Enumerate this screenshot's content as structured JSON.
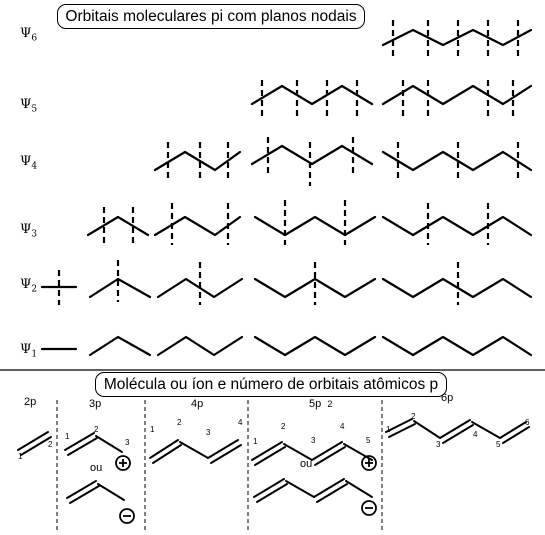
{
  "top_title": "Orbitais moleculares pi com planos nodais",
  "bottom_title": "Molécula ou íon e número de orbitais atômicos p",
  "psi_symbol": "Ψ",
  "psi_labels": [
    {
      "sub": "6"
    },
    {
      "sub": "5"
    },
    {
      "sub": "4"
    },
    {
      "sub": "3"
    },
    {
      "sub": "2"
    },
    {
      "sub": "1"
    }
  ],
  "columns": [
    {
      "label": "2p",
      "numbers": [
        "1",
        "2"
      ]
    },
    {
      "label": "3p",
      "numbers": [
        "1",
        "2",
        "3"
      ],
      "ou": "ou"
    },
    {
      "label": "4p",
      "numbers": [
        "1",
        "2",
        "3",
        "4"
      ]
    },
    {
      "label": "5p",
      "extra": "2",
      "numbers": [
        "1",
        "2",
        "3",
        "4",
        "5"
      ],
      "ou": "ou"
    },
    {
      "label": "6p",
      "numbers": [
        "1",
        "2",
        "3",
        "4",
        "5",
        "6"
      ]
    }
  ],
  "icons": [
    "plus-circle-icon",
    "minus-circle-icon"
  ]
}
